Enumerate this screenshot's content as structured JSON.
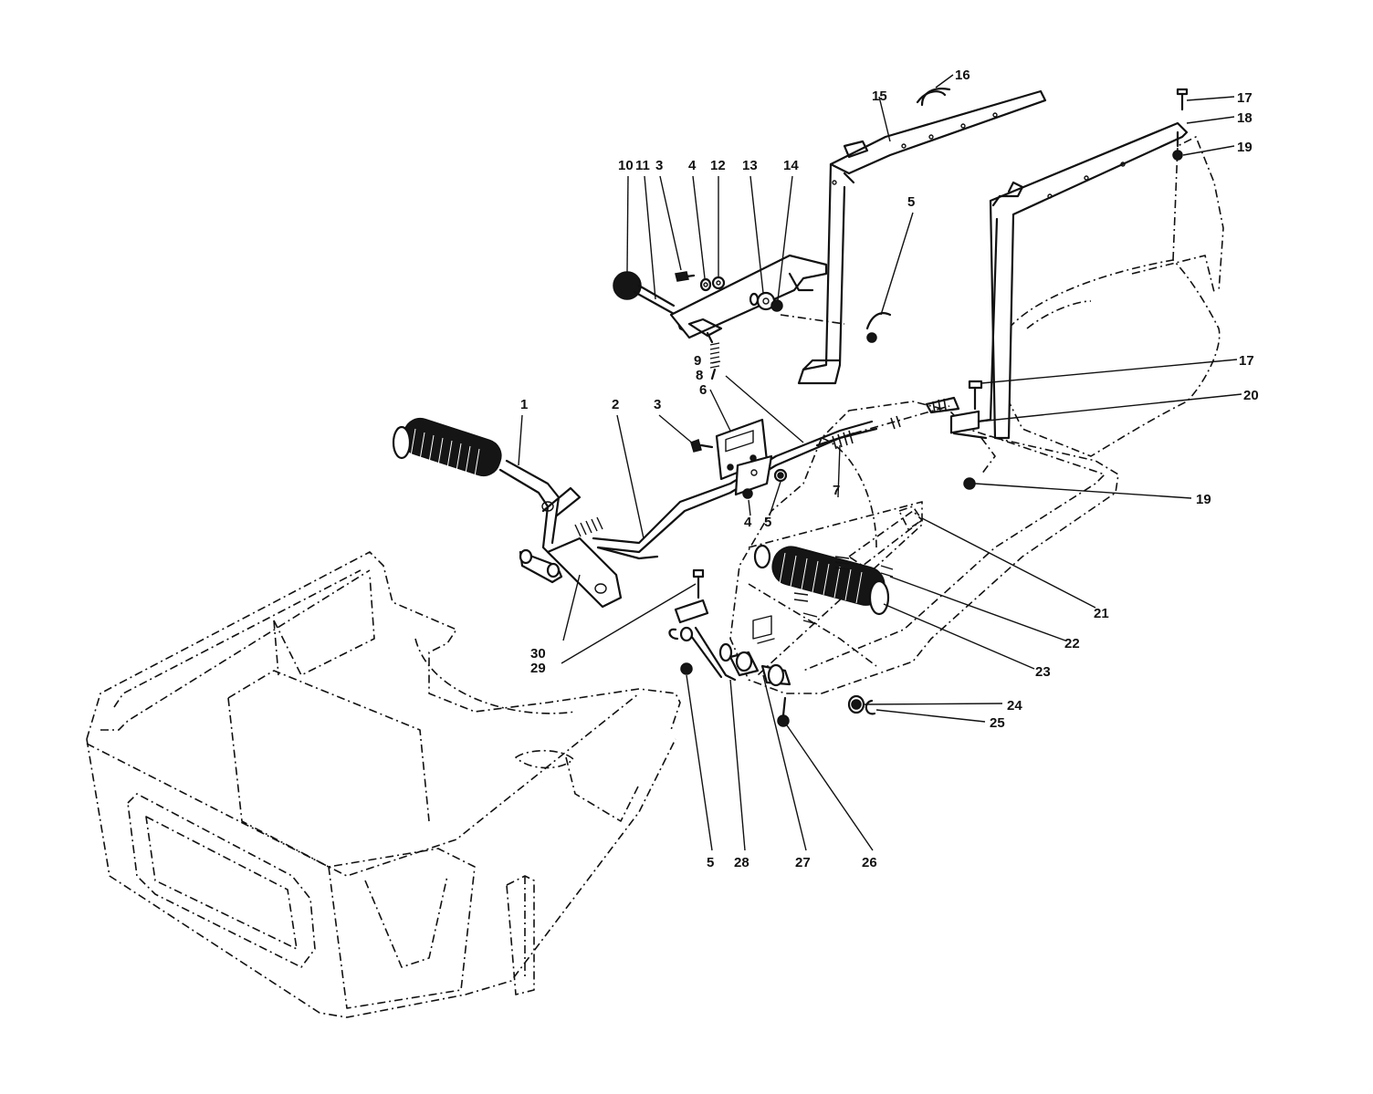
{
  "callouts": [
    {
      "id": "c1",
      "label": "1"
    },
    {
      "id": "c2",
      "label": "2"
    },
    {
      "id": "c3a",
      "label": "3"
    },
    {
      "id": "c3b",
      "label": "3"
    },
    {
      "id": "c4a",
      "label": "4"
    },
    {
      "id": "c4b",
      "label": "4"
    },
    {
      "id": "c5a",
      "label": "5"
    },
    {
      "id": "c5b",
      "label": "5"
    },
    {
      "id": "c5c",
      "label": "5"
    },
    {
      "id": "c6",
      "label": "6"
    },
    {
      "id": "c7",
      "label": "7"
    },
    {
      "id": "c8",
      "label": "8"
    },
    {
      "id": "c9",
      "label": "9"
    },
    {
      "id": "c10",
      "label": "10"
    },
    {
      "id": "c11",
      "label": "11"
    },
    {
      "id": "c12",
      "label": "12"
    },
    {
      "id": "c13",
      "label": "13"
    },
    {
      "id": "c14",
      "label": "14"
    },
    {
      "id": "c15",
      "label": "15"
    },
    {
      "id": "c16",
      "label": "16"
    },
    {
      "id": "c17a",
      "label": "17"
    },
    {
      "id": "c17b",
      "label": "17"
    },
    {
      "id": "c18",
      "label": "18"
    },
    {
      "id": "c19a",
      "label": "19"
    },
    {
      "id": "c19b",
      "label": "19"
    },
    {
      "id": "c20",
      "label": "20"
    },
    {
      "id": "c21",
      "label": "21"
    },
    {
      "id": "c22",
      "label": "22"
    },
    {
      "id": "c23",
      "label": "23"
    },
    {
      "id": "c24",
      "label": "24"
    },
    {
      "id": "c25",
      "label": "25"
    },
    {
      "id": "c26",
      "label": "26"
    },
    {
      "id": "c27",
      "label": "27"
    },
    {
      "id": "c28",
      "label": "28"
    },
    {
      "id": "c29",
      "label": "29"
    },
    {
      "id": "c30",
      "label": "30"
    }
  ]
}
